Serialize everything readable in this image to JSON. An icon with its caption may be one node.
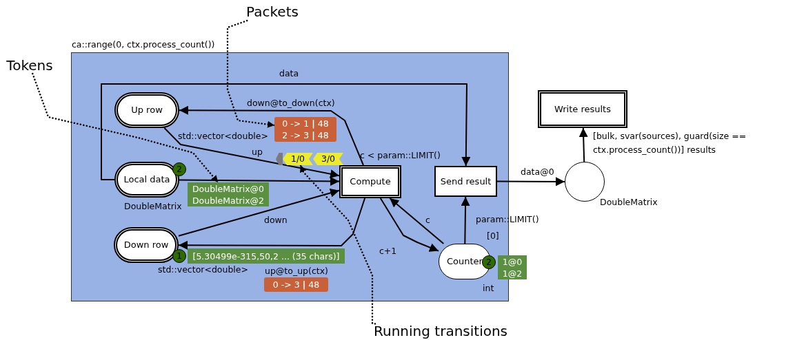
{
  "diagram": {
    "nodes": [
      {
        "text": [
          "ca::range(0, ctx.process_count())"
        ]
      },
      {
        "text": [
          "Up row"
        ],
        "in": 0,
        "beside": [
          "std::vector<double>"
        ]
      },
      {
        "text": [
          "Local data"
        ],
        "in": 0,
        "beside": [
          "DoubleMatrix"
        ]
      },
      {
        "text": [
          "Down row"
        ],
        "in": 0,
        "beside": [
          "std::vector<double>"
        ]
      },
      {
        "text": [
          "Compute"
        ],
        "in": 0,
        "beside": [
          "c < param::LIMIT()"
        ]
      },
      {
        "text": [
          "Send result"
        ],
        "in": 0
      },
      {
        "text": [
          "Counter"
        ],
        "in": 0,
        "beside": [
          "[0]",
          "int"
        ]
      },
      {
        "text": [],
        "shape": "circle",
        "beside": [
          "DoubleMatrix"
        ]
      },
      {
        "text": [
          "Write results"
        ]
      },
      {
        "text": [
          "2"
        ],
        "in": 0
      },
      {
        "text": [
          "DoubleMatrix@0",
          "DoubleMatrix@2"
        ],
        "in": 0
      },
      {
        "text": [
          "1"
        ],
        "in": 0
      },
      {
        "text": [
          "[5.30499e-315,50,2 ... (35 chars)]"
        ],
        "in": 0
      },
      {
        "text": [
          "2"
        ],
        "in": 0
      },
      {
        "text": [
          "1@0",
          "1@2"
        ]
      },
      {
        "text": [
          "0 -> 1 **|** 48",
          "2 -> 3 **|** 48"
        ],
        "in": 0
      },
      {
        "text": [
          "0 -> 3 **|** 48"
        ],
        "in": 0
      },
      {
        "text": [],
        "shape": "box",
        "in": 0
      },
      {
        "text": [
          "1/0"
        ],
        "in": 0
      },
      {
        "text": [
          "3/0"
        ],
        "in": 0
      },
      {
        "text": [
          "Tokens"
        ]
      },
      {
        "text": [
          "Packets"
        ]
      },
      {
        "text": [
          "Running transitions"
        ]
      }
    ],
    "edges": [
      {
        "from": 2,
        "to": 4,
        "arrow": "to"
      },
      {
        "from": 1,
        "to": 4,
        "arrow": "to",
        "label": "up"
      },
      {
        "from": 3,
        "to": 4,
        "arrow": "to",
        "label": "down"
      },
      {
        "from": 4,
        "to": 1,
        "arrow": "to",
        "label": "down@to_down(ctx)"
      },
      {
        "from": 4,
        "to": 3,
        "arrow": "to",
        "label": "up@to_up(ctx)"
      },
      {
        "from": 2,
        "to": 5,
        "arrow": "to",
        "label": "data"
      },
      {
        "from": 6,
        "to": 4,
        "arrow": "to",
        "label": "c"
      },
      {
        "from": 4,
        "to": 6,
        "arrow": "to",
        "label": "c+1"
      },
      {
        "from": 6,
        "to": 5,
        "arrow": "to",
        "label": "param::LIMIT()"
      },
      {
        "from": 5,
        "to": 7,
        "arrow": "to",
        "label": "data@0"
      },
      {
        "from": 7,
        "to": 8,
        "arrow": "to",
        "label": "[bulk, svar(sources), guard(size == ctx.process_count())] results"
      },
      {
        "from": 20,
        "to": 10,
        "arrow": "to",
        "style": "dashed"
      },
      {
        "from": 21,
        "to": 15,
        "arrow": "to",
        "style": "dashed"
      },
      {
        "from": 22,
        "to": 18,
        "arrow": "to",
        "style": "dashed"
      }
    ]
  }
}
